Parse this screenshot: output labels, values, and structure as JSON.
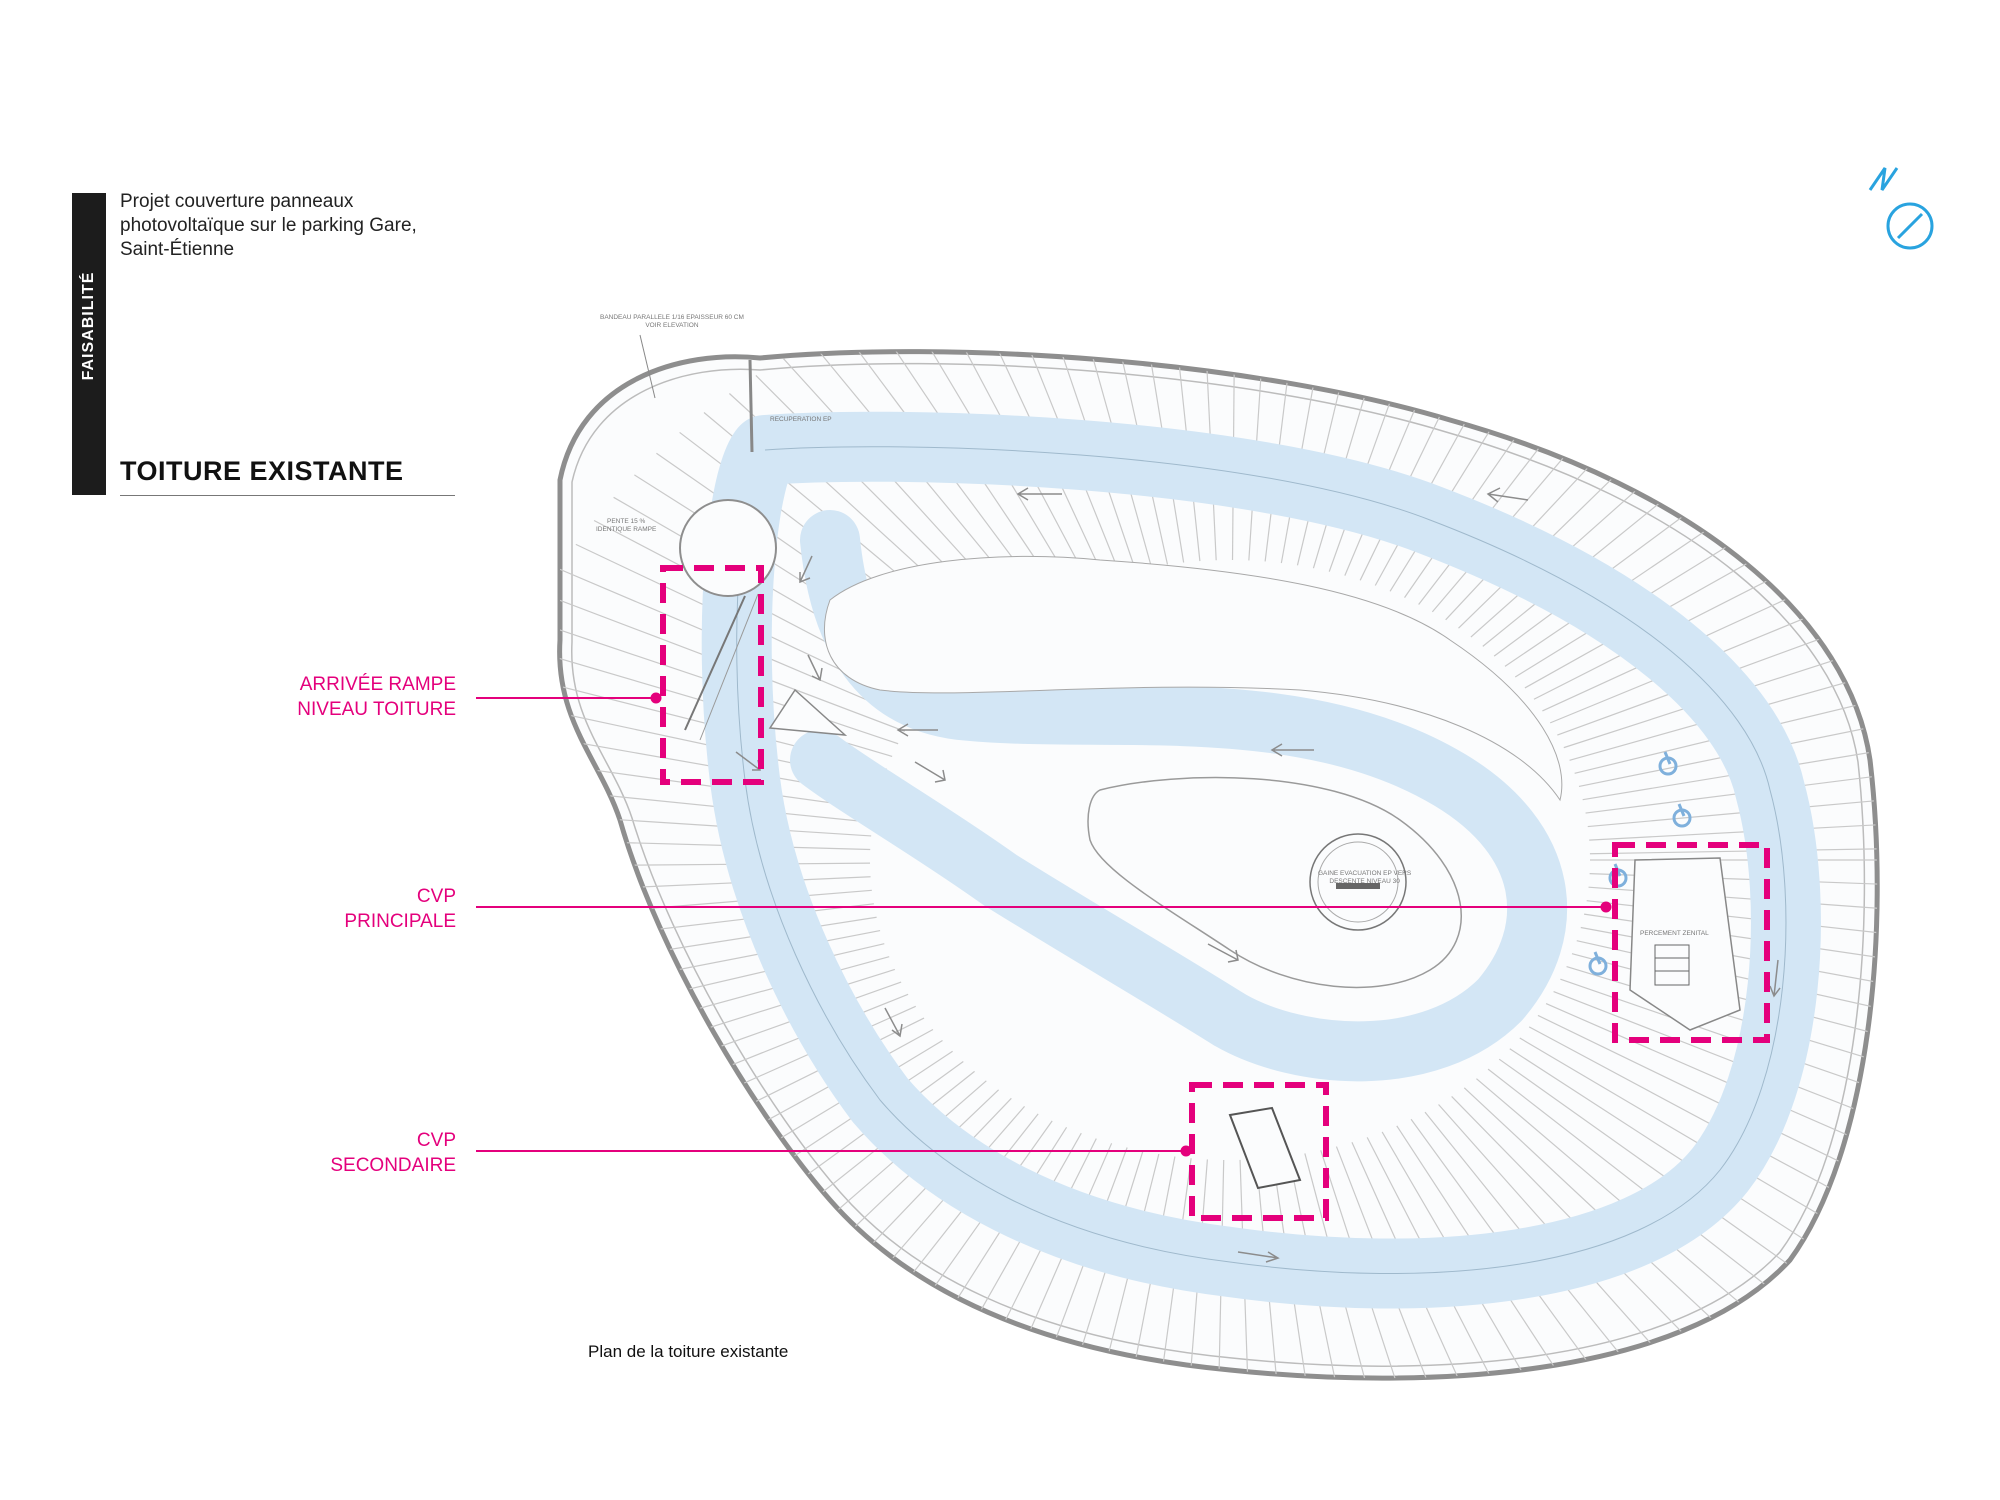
{
  "sidebar": {
    "tag": "FAISABILITÉ"
  },
  "header": {
    "project_lines": [
      "Projet couverture panneaux",
      "photovoltaïque sur le parking Gare,",
      "Saint-Étienne"
    ],
    "section_title": "TOITURE EXISTANTE"
  },
  "callouts": [
    {
      "lines": [
        "ARRIVÉE RAMPE",
        "NIVEAU TOITURE"
      ]
    },
    {
      "lines": [
        "CVP",
        "PRINCIPALE"
      ]
    },
    {
      "lines": [
        "CVP",
        "SECONDAIRE"
      ]
    }
  ],
  "plan_labels": {
    "bandeau": [
      "BANDEAU PARALLELE 1/16 EPAISSEUR 60 CM",
      "VOIR ELEVATION"
    ],
    "recuperation": "RECUPERATION EP",
    "pente": [
      "PENTE 15 %",
      "IDENTIQUE RAMPE"
    ],
    "gaine": [
      "GAINE EVACUATION EP VERS",
      "DESCENTE NIVEAU 30"
    ],
    "percement": "PERCEMENT ZENITAL"
  },
  "caption": "Plan de la toiture existante",
  "compass": {
    "letter": "N",
    "icon": "north-arrow-icon"
  },
  "colors": {
    "accent": "#e4007c",
    "lane": "#d3e6f5",
    "compass": "#29a3df"
  }
}
